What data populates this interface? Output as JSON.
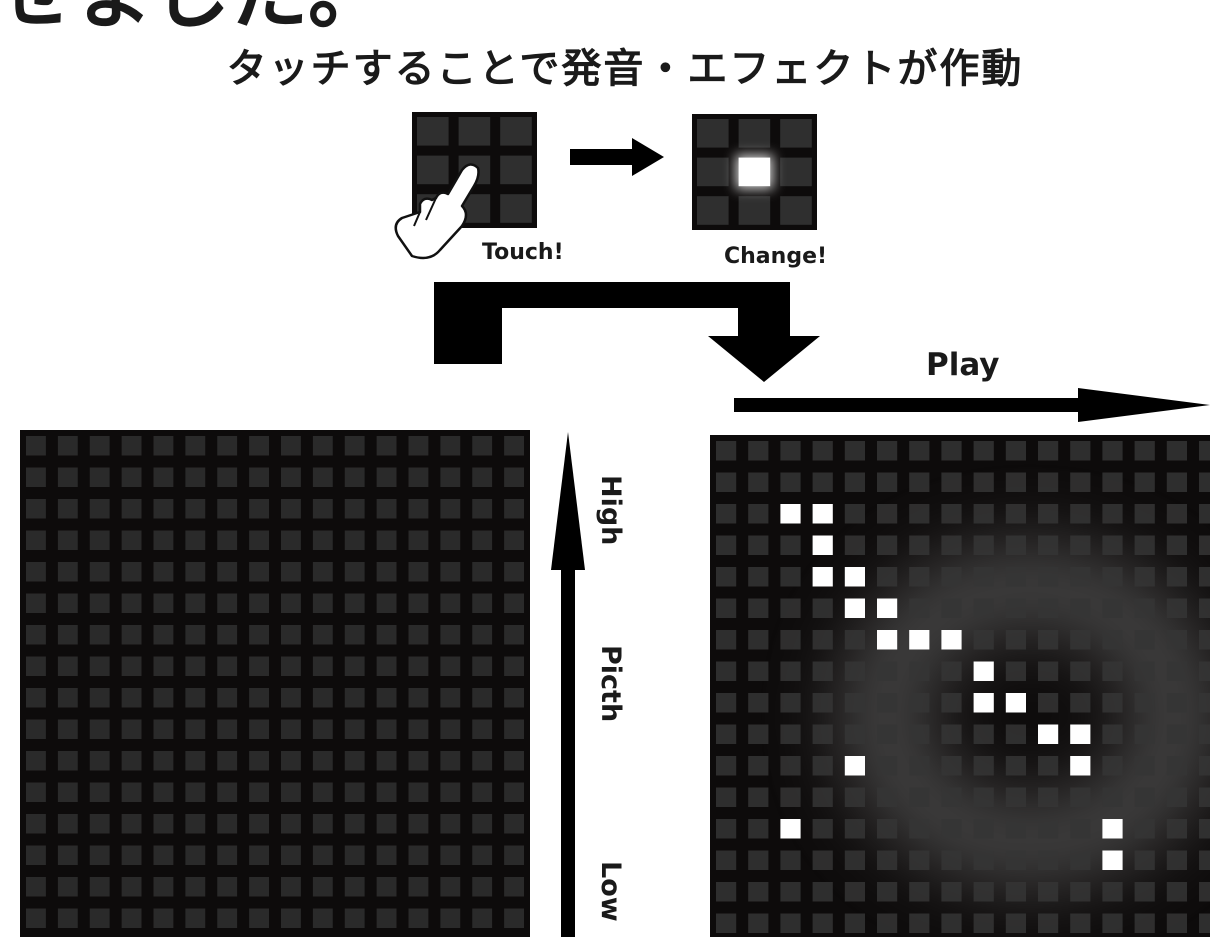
{
  "page": {
    "partial_title": "せました。",
    "heading": "タッチすることで発音・エフェクトが作動"
  },
  "labels": {
    "touch": "Touch!",
    "change": "Change!",
    "play": "Play",
    "high": "High",
    "picth": "Picth",
    "low": "Low"
  },
  "colors": {
    "panel_background": "#0d0b0b",
    "cell_off": "#2a2a2a",
    "cell_on": "#ffffff",
    "arrow": "#000000"
  },
  "icons": {
    "hand": "pointing-hand-icon",
    "transition_arrow": "right-arrow-icon"
  },
  "grids": {
    "left_panel": {
      "columns": 16,
      "rows": 16,
      "all_cells": "off"
    },
    "right_panel": {
      "columns": 16,
      "rows": 16,
      "lit_cells": [
        [
          2,
          2
        ],
        [
          3,
          2
        ],
        [
          3,
          3
        ],
        [
          3,
          4
        ],
        [
          4,
          4
        ],
        [
          4,
          5
        ],
        [
          5,
          5
        ],
        [
          5,
          6
        ],
        [
          6,
          6
        ],
        [
          7,
          6
        ],
        [
          8,
          7
        ],
        [
          8,
          8
        ],
        [
          9,
          8
        ],
        [
          10,
          9
        ],
        [
          11,
          9
        ],
        [
          11,
          10
        ],
        [
          4,
          10
        ],
        [
          2,
          12
        ],
        [
          12,
          12
        ],
        [
          12,
          13
        ]
      ]
    }
  }
}
